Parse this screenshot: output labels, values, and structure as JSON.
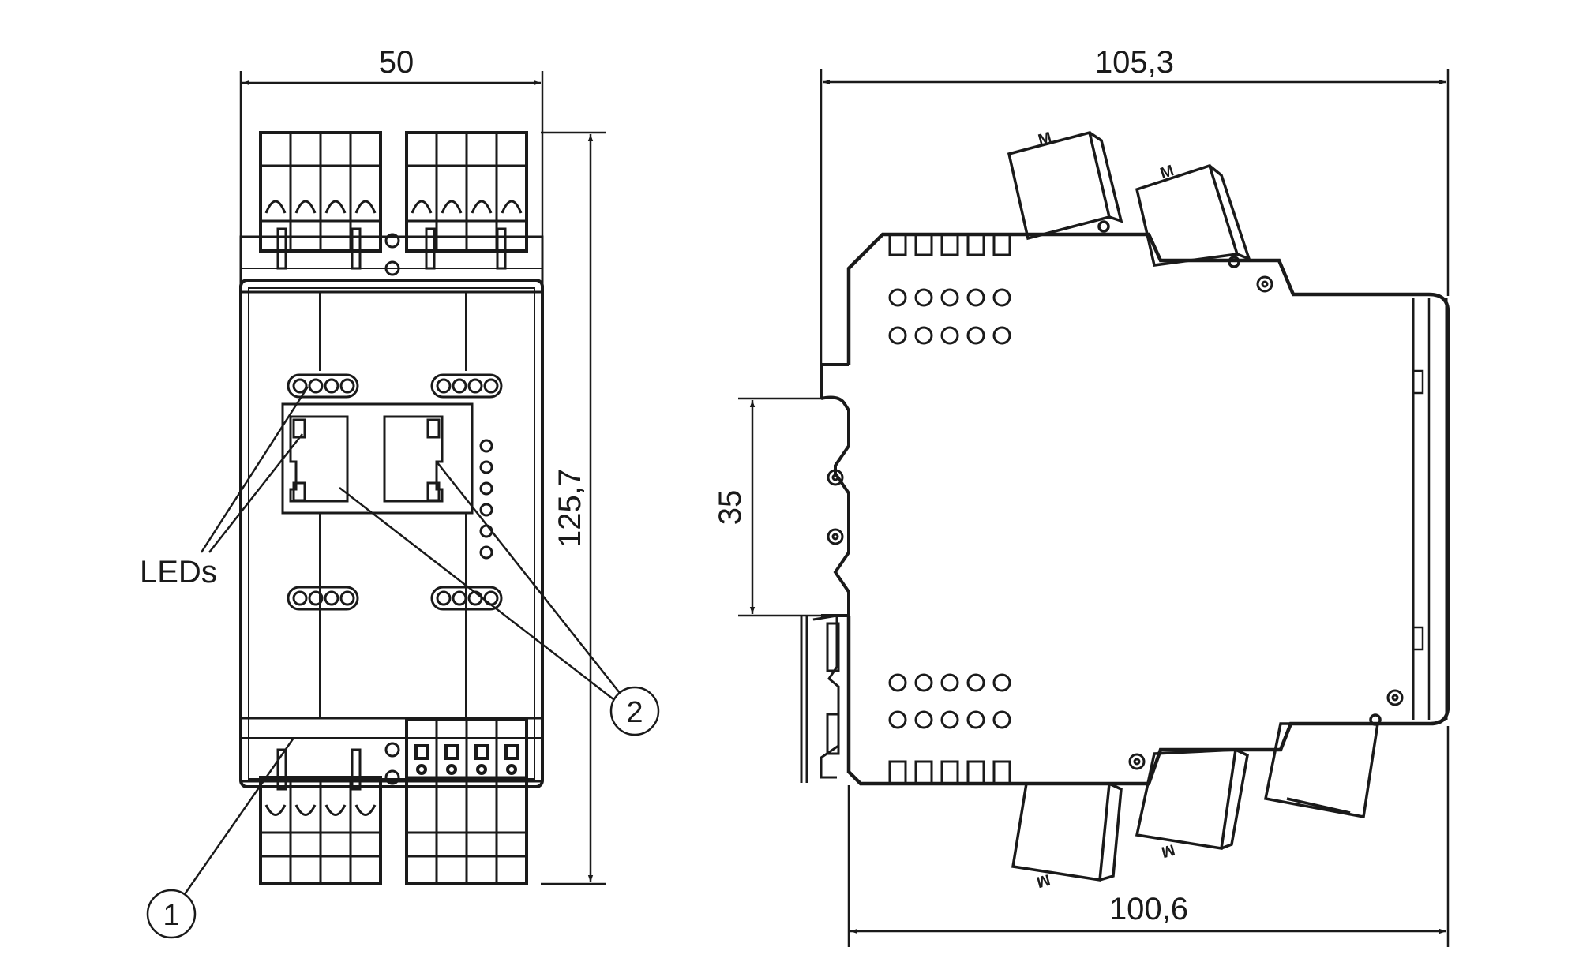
{
  "dimensions": {
    "front_width": "50",
    "front_height": "125,7",
    "side_depth_top": "105,3",
    "side_depth_bottom": "100,6",
    "rail_height": "35"
  },
  "labels": {
    "leds": "LEDs",
    "callout_1": "1",
    "callout_2": "2"
  },
  "connector_marks": {
    "side_top_1": "M",
    "side_top_2": "M",
    "side_bottom_1": "M",
    "side_bottom_2": "M"
  },
  "colors": {
    "line": "#1a1a1a",
    "background": "#ffffff"
  }
}
